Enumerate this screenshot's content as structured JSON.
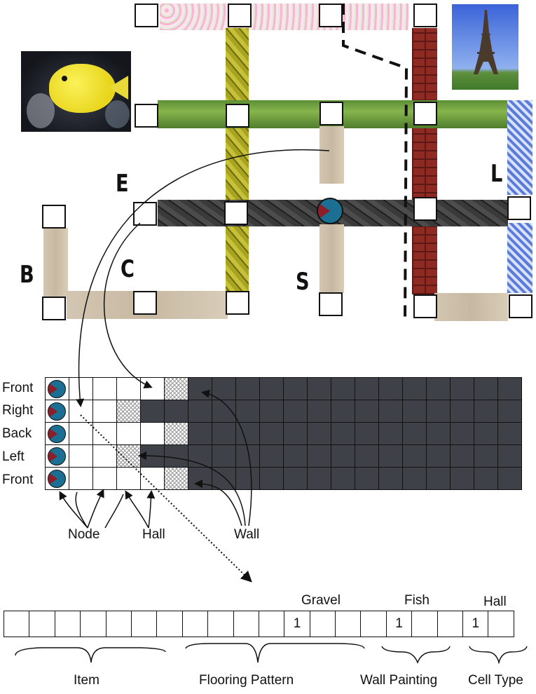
{
  "maze": {
    "labels": {
      "b": "B",
      "c": "C",
      "e": "E",
      "s": "S",
      "l": "L"
    },
    "images": {
      "fish": "yellow tang fish photo",
      "tower": "eiffel tower photo"
    }
  },
  "grid": {
    "row_labels": [
      "Front",
      "Right",
      "Back",
      "Left",
      "Front"
    ],
    "cells": [
      [
        "node",
        "hall",
        "hall",
        "hall",
        "hall",
        "mark",
        "wall",
        "wall",
        "wall",
        "wall",
        "wall",
        "wall",
        "wall",
        "wall",
        "wall",
        "wall",
        "wall",
        "wall",
        "wall",
        "wall"
      ],
      [
        "node",
        "hall",
        "hall",
        "mark",
        "wall",
        "wall",
        "wall",
        "wall",
        "wall",
        "wall",
        "wall",
        "wall",
        "wall",
        "wall",
        "wall",
        "wall",
        "wall",
        "wall",
        "wall",
        "wall"
      ],
      [
        "node",
        "hall",
        "hall",
        "hall",
        "hall",
        "mark",
        "wall",
        "wall",
        "wall",
        "wall",
        "wall",
        "wall",
        "wall",
        "wall",
        "wall",
        "wall",
        "wall",
        "wall",
        "wall",
        "wall"
      ],
      [
        "node",
        "hall",
        "hall",
        "mark",
        "wall",
        "wall",
        "wall",
        "wall",
        "wall",
        "wall",
        "wall",
        "wall",
        "wall",
        "wall",
        "wall",
        "wall",
        "wall",
        "wall",
        "wall",
        "wall"
      ],
      [
        "node",
        "hall",
        "hall",
        "hall",
        "hall",
        "mark",
        "wall",
        "wall",
        "wall",
        "wall",
        "wall",
        "wall",
        "wall",
        "wall",
        "wall",
        "wall",
        "wall",
        "wall",
        "wall",
        "wall"
      ]
    ],
    "legend": {
      "node": "Node",
      "hall": "Hall",
      "wall": "Wall"
    }
  },
  "feature_vector": {
    "cells": [
      "",
      "",
      "",
      "",
      "",
      "",
      "",
      "",
      "",
      "",
      "",
      "1",
      "",
      "",
      "",
      "1",
      "",
      "",
      "1",
      ""
    ],
    "top_labels": {
      "gravel": "Gravel",
      "fish": "Fish",
      "hall": "Hall"
    },
    "groups": {
      "item": "Item",
      "flooring": "Flooring Pattern",
      "wall_painting": "Wall Painting",
      "cell_type": "Cell Type"
    }
  },
  "colors": {
    "wall_cell": "#3f4149",
    "pacman_body": "#1a6f93",
    "pacman_wedge": "#8e1d2a"
  }
}
